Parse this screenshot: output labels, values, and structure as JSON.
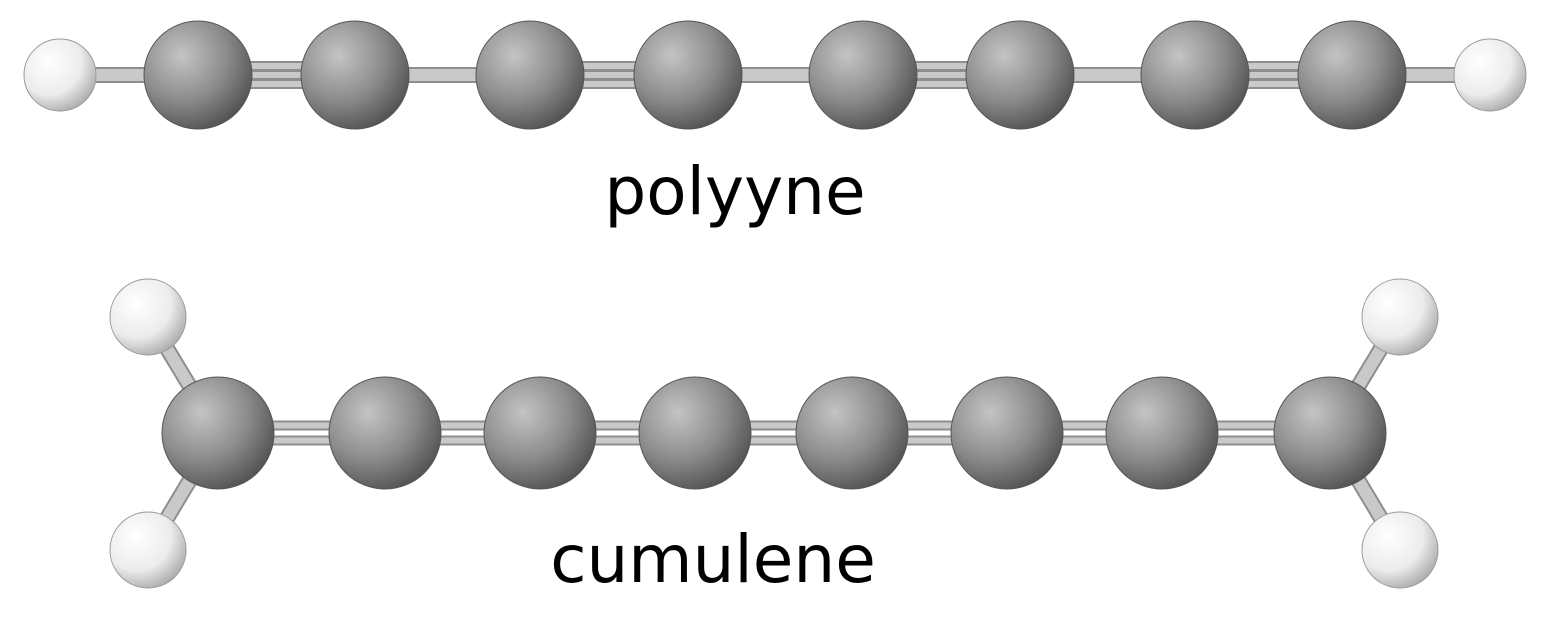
{
  "molecules": [
    {
      "id": "polyyne",
      "label": "polyyne",
      "carbon_count": 8,
      "hydrogen_count": 2,
      "bond_orders": [
        1,
        3,
        1,
        3,
        1,
        3,
        1,
        3,
        1
      ]
    },
    {
      "id": "cumulene",
      "label": "cumulene",
      "carbon_count": 8,
      "hydrogen_count": 4,
      "bond_orders": [
        2,
        2,
        2,
        2,
        2,
        2,
        2
      ]
    }
  ],
  "colors": {
    "carbon": "#8c8c8c",
    "hydrogen": "#f2f2f2",
    "bond": "#b0b0b0",
    "label": "#000000"
  }
}
